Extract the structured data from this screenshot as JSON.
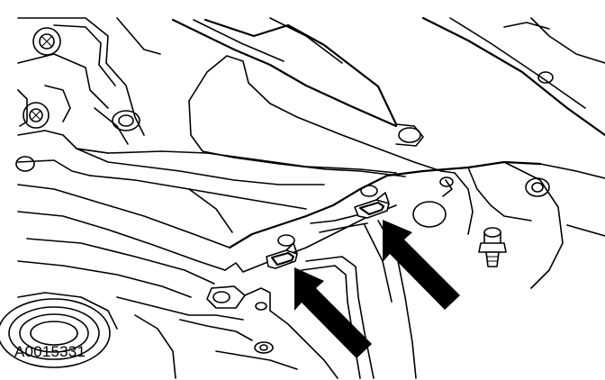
{
  "figure": {
    "id_label": "A0015331",
    "colors": {
      "line": "#000000",
      "background": "#ffffff"
    },
    "callouts": [
      {
        "name": "arrow-retaining-clip-left"
      },
      {
        "name": "arrow-retaining-clip-right"
      }
    ]
  }
}
